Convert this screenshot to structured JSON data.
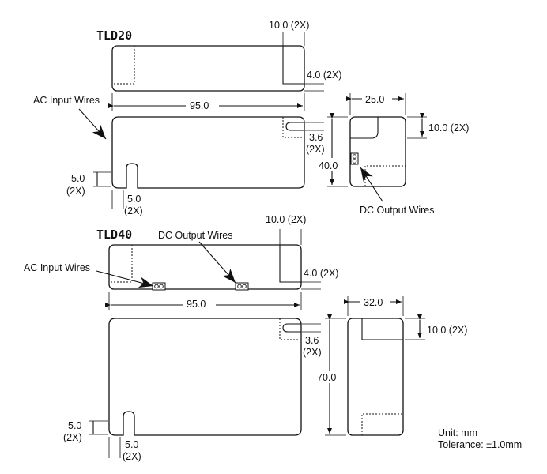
{
  "accent_color": "#F5A800",
  "tld20": {
    "title": "TLD20",
    "side_top_dim": "10.0 (2X)",
    "side_right_dim": "4.0 (2X)",
    "length_dim": "95.0",
    "ac_input_label": "AC Input Wires",
    "slot_right_dim_a": "3.6",
    "slot_right_dim_b": "(2X)",
    "slot_left_dim_a": "5.0",
    "slot_left_dim_b": "(2X)",
    "slot_bottom_dim_a": "5.0",
    "slot_bottom_dim_b": "(2X)",
    "end_width_dim": "25.0",
    "end_right_dim": "10.0 (2X)",
    "height_dim": "40.0",
    "dc_output_label": "DC Output Wires"
  },
  "tld40": {
    "title": "TLD40",
    "side_top_dim": "10.0 (2X)",
    "dc_output_label": "DC Output Wires",
    "ac_input_label": "AC Input Wires",
    "side_right_dim": "4.0 (2X)",
    "length_dim": "95.0",
    "end_width_dim": "32.0",
    "end_right_dim": "10.0 (2X)",
    "slot_right_dim_a": "3.6",
    "slot_right_dim_b": "(2X)",
    "height_dim": "70.0",
    "slot_left_dim_a": "5.0",
    "slot_left_dim_b": "(2X)",
    "slot_bottom_dim_a": "5.0",
    "slot_bottom_dim_b": "(2X)"
  },
  "notes": {
    "unit": "Unit: mm",
    "tolerance": "Tolerance: ±1.0mm"
  }
}
